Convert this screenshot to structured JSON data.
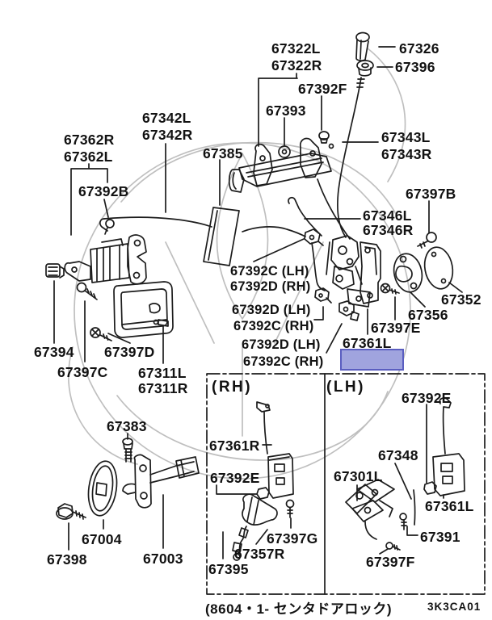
{
  "footer": {
    "caption": "(8604・1- センタドアロック)",
    "code": "3K3CA01"
  },
  "highlight": {
    "part": "67361L",
    "fill": "#a0a4de",
    "border": "#5a5ec0"
  },
  "labels": [
    "67322L",
    "67322R",
    "67326",
    "67396",
    "67392F",
    "67393",
    "67342L",
    "67342R",
    "67343L",
    "67343R",
    "67362R",
    "67362L",
    "67385",
    "67392B",
    "67397B",
    "67346L",
    "67346R",
    "67392C (LH)",
    "67392D (RH)",
    "67392D (LH)",
    "67392C (RH)",
    "67392D (LH)",
    "67392C (RH)",
    "67352",
    "67356",
    "67397E",
    "67361L",
    "67394",
    "67397D",
    "67397C",
    "67311L",
    "67311R",
    "67383",
    "67004",
    "67398",
    "67003"
  ],
  "inset": {
    "rh": {
      "header": "(RH)",
      "labels": [
        "67361R",
        "67392E",
        "67397G",
        "67357R",
        "67395"
      ]
    },
    "lh": {
      "header": "(LH)",
      "labels": [
        "67392E",
        "67348",
        "67301L",
        "67361L",
        "67391",
        "67397F"
      ]
    }
  }
}
